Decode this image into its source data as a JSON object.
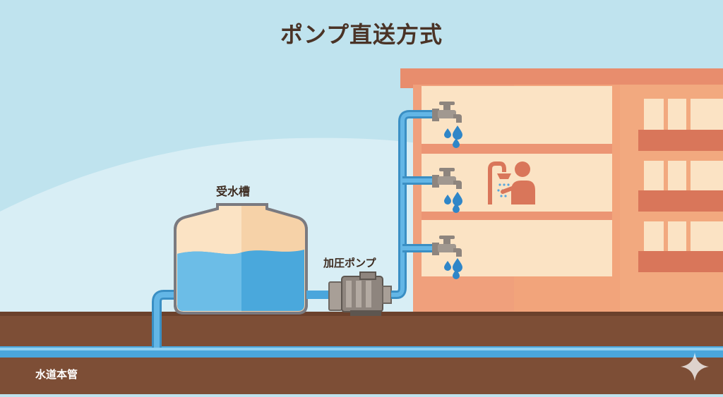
{
  "title": "ポンプ直送方式",
  "labels": {
    "tank": "受水槽",
    "pump": "加圧ポンプ",
    "main_pipe": "水道本管"
  },
  "colors": {
    "sky": "#bfe3ee",
    "ground": "#7d4e36",
    "pipe": "#4aa6dc",
    "water": "#4aa8dc",
    "building": "#f0a07c",
    "building_floor": "#fbe3c4",
    "title_text": "#4a3326"
  },
  "icons": [
    "faucet-icon",
    "water-drop-icon",
    "shower-person-icon",
    "sparkle-icon"
  ]
}
